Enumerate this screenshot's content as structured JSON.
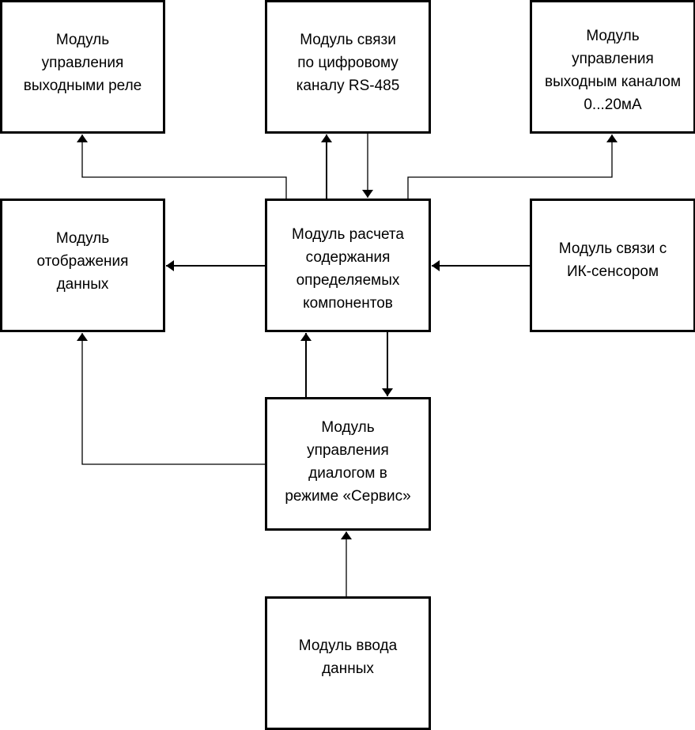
{
  "diagram": {
    "title": "",
    "nodes": [
      {
        "id": "relay",
        "label": "Модуль\nуправления\nвыходными реле"
      },
      {
        "id": "rs485",
        "label": "Модуль связи\nпо цифровому\nканалу RS-485"
      },
      {
        "id": "analog",
        "label": "Модуль\nуправления\nвыходным каналом\n0...20мА"
      },
      {
        "id": "display",
        "label": "Модуль\nотображения\nданных"
      },
      {
        "id": "calc",
        "label": "Модуль расчета\nсодержания\nопределяемых\nкомпонентов"
      },
      {
        "id": "ir",
        "label": "Модуль связи с\nИК-сенсором"
      },
      {
        "id": "dialog",
        "label": "Модуль\nуправления\nдиалогом в\nрежиме «Сервис»"
      },
      {
        "id": "input",
        "label": "Модуль ввода\nданных"
      }
    ],
    "edges": [
      {
        "from": "calc",
        "to": "relay"
      },
      {
        "from": "calc",
        "to": "rs485"
      },
      {
        "from": "rs485",
        "to": "calc"
      },
      {
        "from": "calc",
        "to": "analog"
      },
      {
        "from": "calc",
        "to": "display"
      },
      {
        "from": "ir",
        "to": "calc"
      },
      {
        "from": "dialog",
        "to": "calc"
      },
      {
        "from": "calc",
        "to": "dialog"
      },
      {
        "from": "dialog",
        "to": "display"
      },
      {
        "from": "input",
        "to": "dialog"
      }
    ]
  }
}
